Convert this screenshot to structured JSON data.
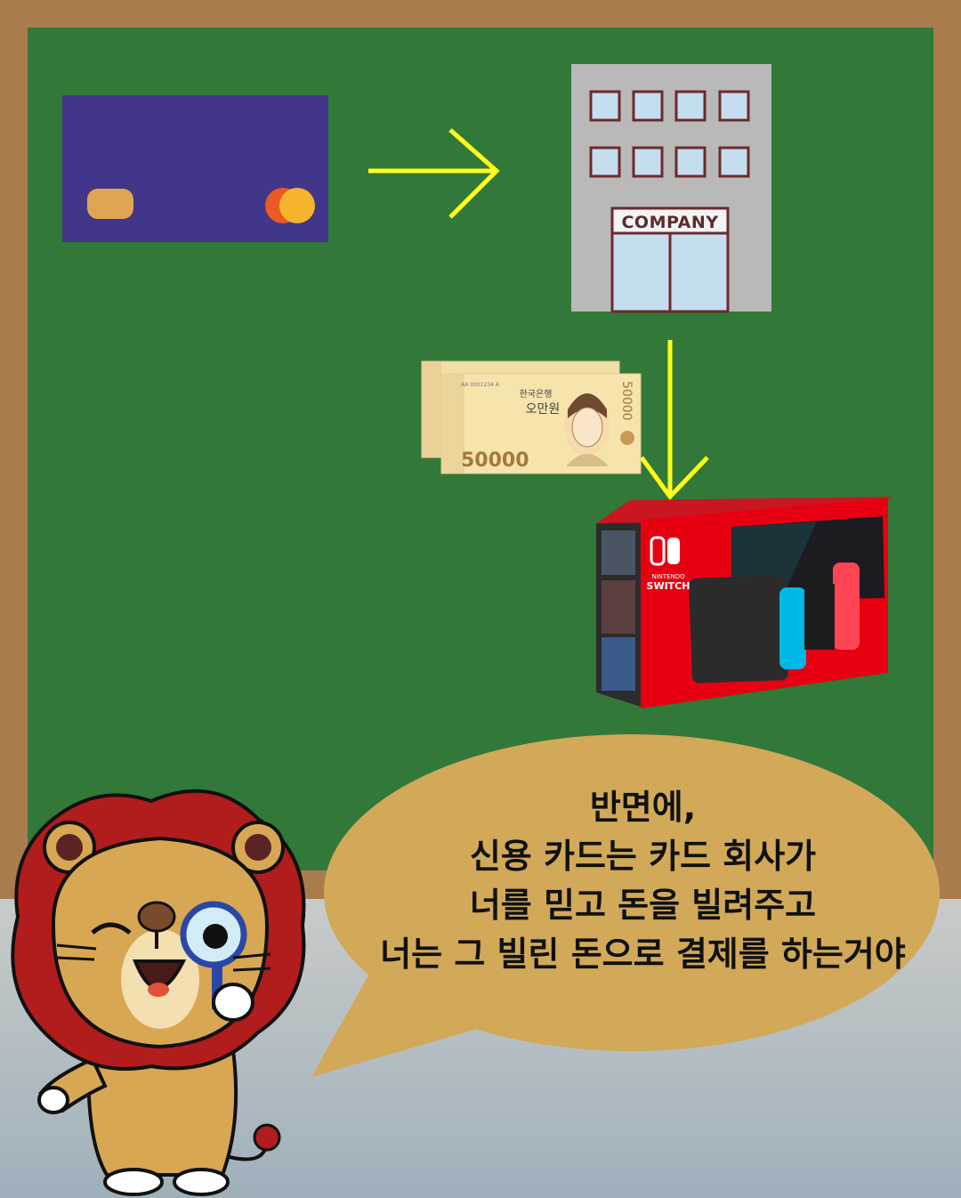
{
  "building": {
    "sign": "COMPANY"
  },
  "banknote": {
    "value": "50000",
    "bank": "한국은행",
    "denomination": "오만원",
    "serial": "AA 0001234 A"
  },
  "console_box": {
    "brand_line1": "NINTENDO",
    "brand_line2": "SWITCH"
  },
  "speech": {
    "lines": [
      "반면에,",
      "신용 카드는 카드 회사가",
      "너를 믿고 돈을 빌려주고",
      "너는 그 빌린 돈으로 결제를 하는거야"
    ]
  },
  "colors": {
    "board": "#327839",
    "frame": "#a97c4e",
    "card": "#413689",
    "arrow": "#ffff1c",
    "bubble": "#d1a958",
    "lion_mane": "#b11c1c",
    "lion_body": "#d7a753"
  }
}
